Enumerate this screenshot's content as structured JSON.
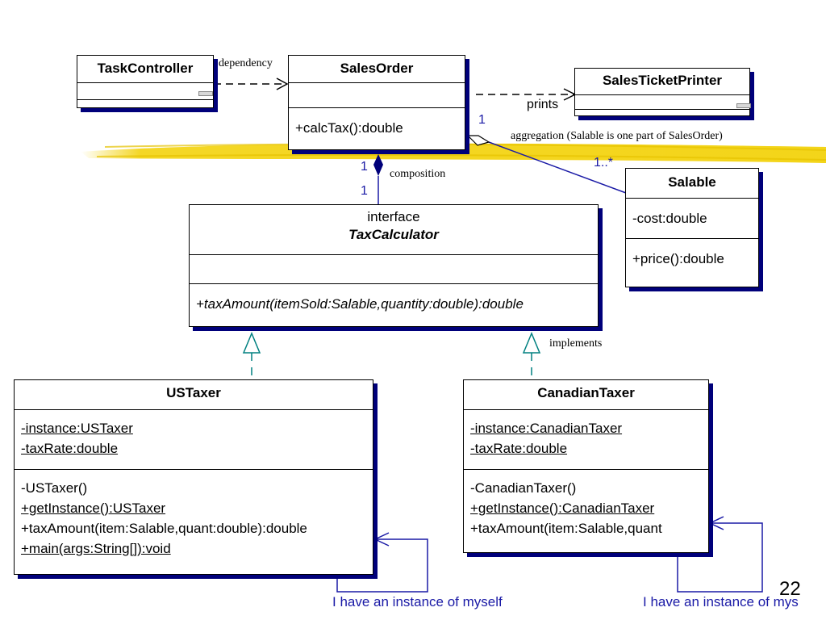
{
  "classes": {
    "task_controller": {
      "name": "TaskController"
    },
    "sales_order": {
      "name": "SalesOrder",
      "operations": [
        "+calcTax():double"
      ]
    },
    "sales_ticket_printer": {
      "name": "SalesTicketPrinter"
    },
    "salable": {
      "name": "Salable",
      "attributes": [
        "-cost:double"
      ],
      "operations": [
        "+price():double"
      ]
    },
    "tax_calculator": {
      "stereotype": "interface",
      "name": "TaxCalculator",
      "operations": [
        "+taxAmount(itemSold:Salable,quantity:double):double"
      ]
    },
    "us_taxer": {
      "name": "USTaxer",
      "attributes": [
        "-instance:USTaxer",
        "-taxRate:double"
      ],
      "operations": [
        "-USTaxer()",
        "+getInstance():USTaxer",
        "+taxAmount(item:Salable,quant:double):double",
        "+main(args:String[]):void"
      ]
    },
    "canadian_taxer": {
      "name": "CanadianTaxer",
      "attributes": [
        "-instance:CanadianTaxer",
        "-taxRate:double"
      ],
      "operations": [
        "-CanadianTaxer()",
        "+getInstance():CanadianTaxer",
        "+taxAmount(item:Salable,quant"
      ]
    }
  },
  "labels": {
    "dependency": "dependency",
    "prints": "prints",
    "aggregation": "aggregation (Salable is one part of SalesOrder)",
    "mult_agg_1": "1",
    "mult_agg_many": "1..*",
    "mult_comp_top": "1",
    "mult_comp_bottom": "1",
    "composition": "composition",
    "implements": "implements",
    "self_us": "I have an instance of myself",
    "self_ca": "I have an instance of mys",
    "page_number": "22"
  },
  "colors": {
    "shadow": "#00007a",
    "association": "#1a1aa6",
    "realization": "#008080",
    "highlight": "#f2d000"
  }
}
